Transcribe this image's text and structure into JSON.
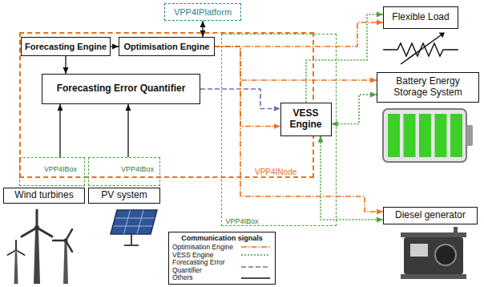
{
  "diagram": {
    "nodes": [
      {
        "text": [
          "VPP4IPlatform"
        ]
      },
      {
        "text": [
          "VPP4INode"
        ]
      },
      {
        "text": [
          "Forecasting Engine"
        ],
        "in": 1
      },
      {
        "text": [
          "Optimisation Engine"
        ],
        "in": 1
      },
      {
        "text": [
          "Flexible Load"
        ]
      },
      {
        "text": [
          "Forecasting Error Quantifier"
        ],
        "in": 1
      },
      {
        "text": [
          "VPP4IBox"
        ]
      },
      {
        "text": [
          "VESS Engine"
        ],
        "in": 6
      },
      {
        "text": [
          "Battery Energy Storage System"
        ]
      },
      {
        "text": [
          "VPP4IBox"
        ]
      },
      {
        "text": [
          "VPP4IBox"
        ]
      },
      {
        "text": [
          "Wind turbines"
        ]
      },
      {
        "text": [
          "PV system"
        ]
      },
      {
        "text": [
          "Diesel generator"
        ]
      }
    ],
    "edges": [
      {
        "from": 0,
        "to": 3,
        "arrow": "both"
      },
      {
        "from": 2,
        "to": 3,
        "arrow": "to"
      },
      {
        "from": 2,
        "to": 5,
        "arrow": "to"
      },
      {
        "from": 9,
        "to": 5,
        "arrow": "to"
      },
      {
        "from": 10,
        "to": 5,
        "arrow": "to"
      },
      {
        "from": 5,
        "to": 7,
        "arrow": "to"
      },
      {
        "from": 3,
        "to": 4,
        "arrow": "to"
      },
      {
        "from": 3,
        "to": 7,
        "arrow": "to"
      },
      {
        "from": 3,
        "to": 8,
        "arrow": "to"
      },
      {
        "from": 3,
        "to": 13,
        "arrow": "to"
      },
      {
        "from": 7,
        "to": 4,
        "arrow": "to"
      },
      {
        "from": 7,
        "to": 8,
        "arrow": "both"
      },
      {
        "from": 7,
        "to": 13,
        "arrow": "both"
      }
    ],
    "labels": [
      "Communication signals"
    ],
    "legend": [
      {
        "text": "Optimisation Engine"
      },
      {
        "text": "VESS Engine"
      },
      {
        "text": "Forecasting Error Quantifier"
      },
      {
        "text": "Others"
      }
    ]
  }
}
